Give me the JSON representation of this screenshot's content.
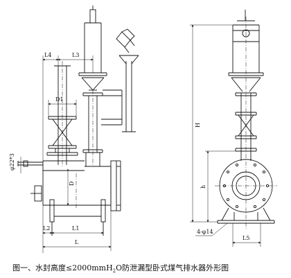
{
  "labels": {
    "l4": "L4",
    "l3": "L3",
    "d1": "D1",
    "phi_pipe": "φ22*3",
    "d": "D",
    "l2": "L2",
    "l1": "L1",
    "l": "L",
    "h_upper": "H",
    "h_lower": "h",
    "holes": "4-φ14",
    "l5": "L5"
  },
  "caption": {
    "prefix": "图一、水封高度≤2000mmH",
    "sub": "2",
    "suffix": "O防泄漏型卧式煤气排水器外形图"
  },
  "colors": {
    "line": "#111111",
    "background": "#ffffff"
  }
}
